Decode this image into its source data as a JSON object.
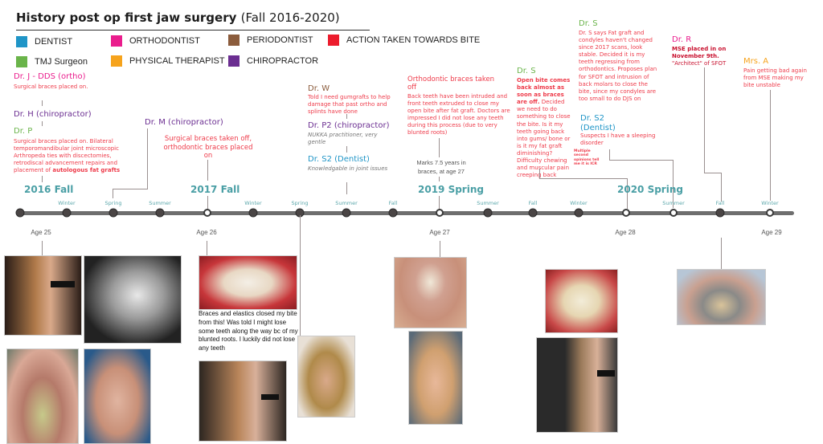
{
  "title": {
    "main": "History post op first jaw surgery",
    "sub": "(Fall 2016-2020)"
  },
  "legend": [
    {
      "label": "DENTIST",
      "color": "#1f95c7"
    },
    {
      "label": "ORTHODONTIST",
      "color": "#ea1d8d"
    },
    {
      "label": "PERIODONTIST",
      "color": "#8b5c3c"
    },
    {
      "label": "ACTION TAKEN TOWARDS BITE",
      "color": "#ec1c2d"
    },
    {
      "label": "TMJ Surgeon",
      "color": "#6ab44a"
    },
    {
      "label": "PHYSICAL THERAPIST",
      "color": "#f6a31c"
    },
    {
      "label": "CHIROPRACTOR",
      "color": "#6b2e91"
    }
  ],
  "events": {
    "dr_j": {
      "name": "Dr. J - DDS (ortho)",
      "note": "Surgical braces placed on."
    },
    "dr_h": {
      "name": "Dr. H (chiropractor)"
    },
    "dr_p": {
      "name": "Dr. P",
      "note": "Surgical braces placed on. Bilateral temporomandibular joint microscopic Arthropeda ties with discectomies, retrodiscal advancement repairs and placement of",
      "note_bold": "autologous fat grafts"
    },
    "dr_m": {
      "name": "Dr. M (chiropractor)"
    },
    "braces_off_2017": {
      "note": "Surgical braces taken off, orthodontic braces placed on"
    },
    "dr_w": {
      "name": "Dr. W",
      "note": "Told I need gumgrafts to help damage that past ortho and splints have done"
    },
    "dr_p2": {
      "name": "Dr. P2 (chiropractor)",
      "note": "NUKKA practitioner, very gentle"
    },
    "dr_s2_a": {
      "name": "Dr. S2 (Dentist)",
      "note": "Knowledgable in joint issues"
    },
    "ortho_off": {
      "name": "Orthodontic braces taken off",
      "note": "Back teeth have been intruded and front teeth extruded to close my open bite after fat graft. Doctors are impressed I did not lose any teeth during this process (due to very blunted roots)"
    },
    "marks": {
      "note": "Marks 7.5 years in braces, at age 27"
    },
    "dr_s_a": {
      "name": "Dr. S",
      "note_bold": "Open bite comes back almost as soon as braces are off.",
      "note": "Decided we need to do something to close the bite. Is it my teeth going back into gums/ bone or is it my fat graft diminishing? Difficulty chewing and muscular pain creeping back"
    },
    "multiple_opinions": {
      "note": "Multiple second opinions tell me it is ICR"
    },
    "dr_s_b": {
      "name": "Dr. S",
      "note": "Dr. S says Fat graft and condyles haven't changed since 2017 scans, look stable. Decided it is my teeth regressing from orthodontics. Proposes plan for SFOT and intrusion of back molars to close the bite, since my condyles are too small to do DJS on"
    },
    "dr_s2_b": {
      "name": "Dr. S2 (Dentist)",
      "note": "Suspects I have a sleeping disorder"
    },
    "dr_r": {
      "name": "Dr. R",
      "note_bold": "MSE placed in on November 9th.",
      "note": "\"Architect\" of SFOT"
    },
    "mrs_a": {
      "name": "Mrs. A",
      "note": "Pain getting bad again from MSE making my bite unstable"
    }
  },
  "milestones": [
    "2016 Fall",
    "2017 Fall",
    "2019 Spring",
    "2020 Spring"
  ],
  "seasons": [
    "Winter",
    "Spring",
    "Summer",
    "Winter",
    "Spring",
    "Summer",
    "Fall",
    "Summer",
    "Fall",
    "Winter",
    "Summer",
    "Fall",
    "Winter"
  ],
  "ages": [
    "Age 25",
    "Age 26",
    "Age 27",
    "Age 28",
    "Age 29"
  ],
  "photos": {
    "caption_2017": "Braces and elastics closed my bite from this! Was told I might lose some teeth along the way bc of my blunted roots. I luckily did not lose any teeth"
  }
}
